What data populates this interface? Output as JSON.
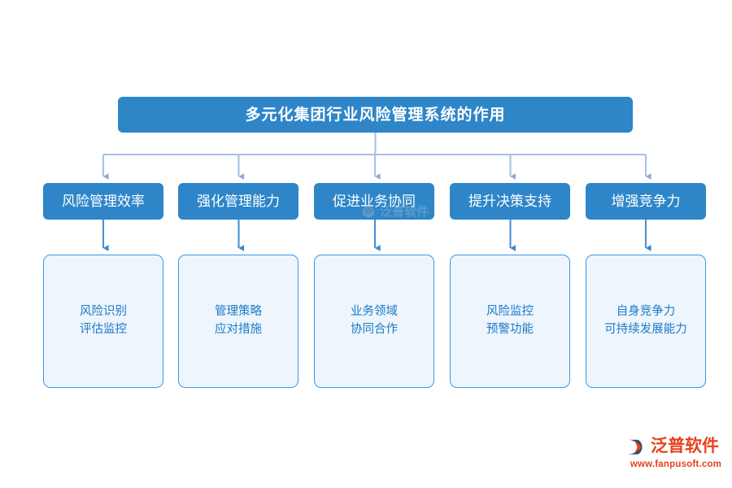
{
  "diagram": {
    "title": "多元化集团行业风险管理系统的作用",
    "branches": [
      {
        "category": "风险管理效率",
        "detail": "风险识别\n评估监控"
      },
      {
        "category": "强化管理能力",
        "detail": "管理策略\n应对措施"
      },
      {
        "category": "促进业务协同",
        "detail": "业务领域\n协同合作"
      },
      {
        "category": "提升决策支持",
        "detail": "风险监控\n预警功能"
      },
      {
        "category": "增强竞争力",
        "detail": "自身竞争力\n可持续发展能力"
      }
    ]
  },
  "colors": {
    "box_blue": "#2e86c8",
    "detail_fill": "#eef5fd",
    "detail_border": "#3d97dd",
    "detail_text": "#1b7ac6",
    "bus_line": "#a8c0e8",
    "arrow_blue": "#4a8fd0",
    "logo_red": "#e8411c",
    "page_background": "#ffffff"
  },
  "logo": {
    "name": "泛普软件",
    "url": "www.fanpusoft.com",
    "mark": "fanpu-logo-icon"
  },
  "watermark": {
    "name": "泛普软件",
    "mark": "fanpu-watermark-icon"
  }
}
